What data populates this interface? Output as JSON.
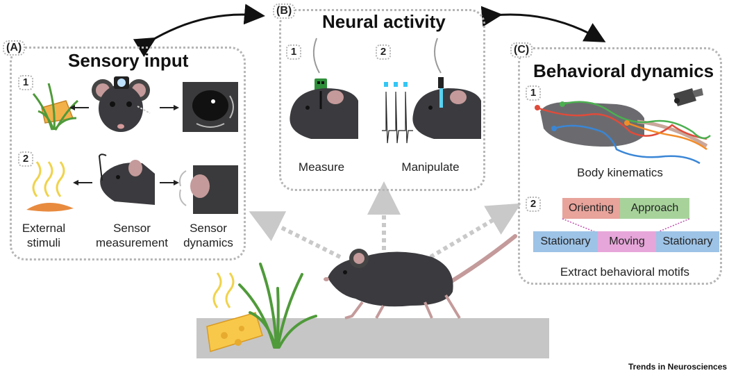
{
  "panel_a": {
    "tag": "(A)",
    "title": "Sensory input",
    "row1_num": "1",
    "row2_num": "2",
    "labels": {
      "external_stimuli_l1": "External",
      "external_stimuli_l2": "stimuli",
      "sensor_measurement_l1": "Sensor",
      "sensor_measurement_l2": "measurement",
      "sensor_dynamics_l1": "Sensor",
      "sensor_dynamics_l2": "dynamics"
    }
  },
  "panel_b": {
    "tag": "(B)",
    "title": "Neural activity",
    "num1": "1",
    "num2": "2",
    "measure": "Measure",
    "manipulate": "Manipulate"
  },
  "panel_c": {
    "tag": "(C)",
    "title": "Behavioral dynamics",
    "num1": "1",
    "num2": "2",
    "body_kinematics": "Body kinematics",
    "motifs_top": [
      "Orienting",
      "Approach"
    ],
    "motifs_bottom": [
      "Stationary",
      "Moving",
      "Stationary"
    ],
    "extract_label": "Extract behavioral motifs"
  },
  "footer": "Trends in Neurosciences",
  "colors": {
    "orienting": "#e8a39b",
    "approach": "#a7d39b",
    "stationary": "#9dc3e6",
    "moving": "#e6a6d9",
    "mouse": "#3b3b3f",
    "ground": "#c6c6c6"
  }
}
